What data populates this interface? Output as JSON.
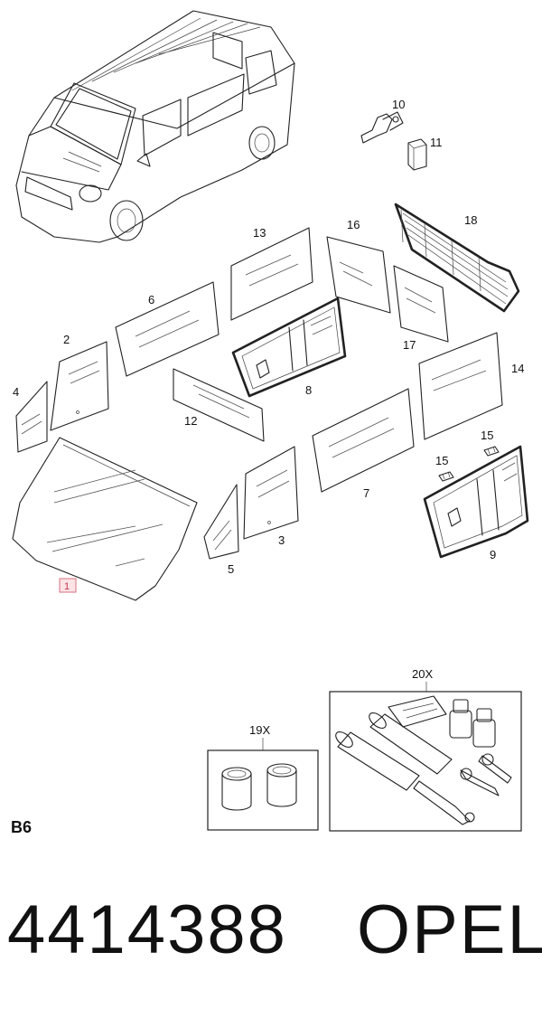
{
  "diagram": {
    "section_code": "B6",
    "part_labels": {
      "p1": "1",
      "p2": "2",
      "p3": "3",
      "p4": "4",
      "p5": "5",
      "p6": "6",
      "p7": "7",
      "p8": "8",
      "p9": "9",
      "p10": "10",
      "p11": "11",
      "p12": "12",
      "p13": "13",
      "p14": "14",
      "p15a": "15",
      "p15b": "15",
      "p16": "16",
      "p17": "17",
      "p18": "18",
      "p19": "19X",
      "p20": "20X"
    },
    "highlighted_part": "1"
  },
  "footer": {
    "part_number": "4414388",
    "brand": "OPEL"
  }
}
